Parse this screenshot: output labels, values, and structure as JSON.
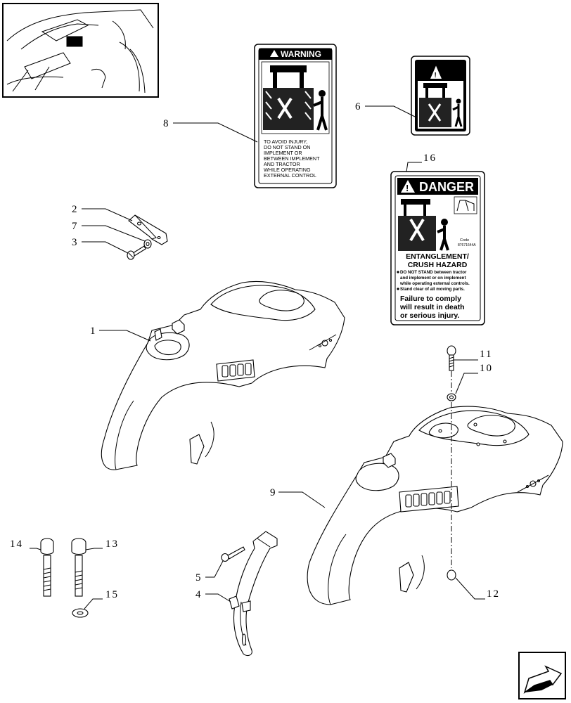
{
  "callouts": {
    "c1": "1",
    "c2": "2",
    "c3": "3",
    "c4": "4",
    "c5": "5",
    "c6": "6",
    "c7": "7",
    "c8": "8",
    "c9": "9",
    "c10": "10",
    "c11": "11",
    "c12": "12",
    "c13": "13",
    "c14": "14",
    "c15": "15",
    "c16": "16"
  },
  "warning_decal": {
    "header": "WARNING",
    "lines": [
      "TO AVOID INJURY,",
      "DO NOT STAND ON",
      "IMPLEMENT OR",
      "BETWEEN IMPLEMENT",
      "AND TRACTOR",
      "WHILE OPERATING",
      "EXTERNAL CONTROL"
    ]
  },
  "danger_decal": {
    "header": "DANGER",
    "code_label": "Code",
    "code_value": "87671644A",
    "hazard_line1": "ENTANGLEMENT/",
    "hazard_line2": "CRUSH HAZARD",
    "bullet1_line1": "DO NOT STAND between tractor",
    "bullet1_line2": "and implement or on implement",
    "bullet1_line3": "while operating external controls.",
    "bullet2_line1": "Stand clear of all moving parts.",
    "consequence_line1": "Failure to comply",
    "consequence_line2": "will result in death",
    "consequence_line3": "or serious injury."
  },
  "colors": {
    "ink": "#000000",
    "paper": "#ffffff"
  },
  "icons": {
    "inset": "tractor-cab-location-icon",
    "navigation": "next-page-arrow-icon"
  }
}
